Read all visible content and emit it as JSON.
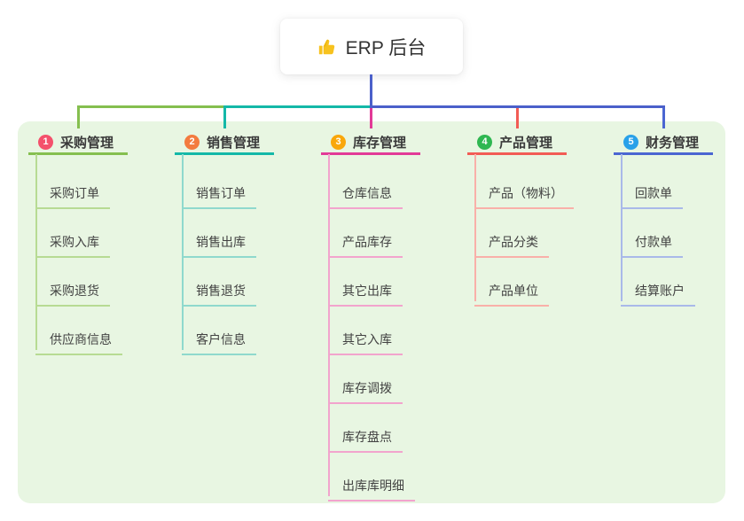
{
  "root": {
    "icon": "thumbs-up",
    "title": "ERP 后台"
  },
  "colors": {
    "root_line": "#4b60ca",
    "panel_bg": "#e8f6e2",
    "root_text": "#333333",
    "thumb_icon": "#f7c21e"
  },
  "branches": [
    {
      "badge": "1",
      "label": "采购管理",
      "badge_color": "#f4516c",
      "line_color": "#85bf4f",
      "child_line_color": "#b7db93",
      "children": [
        "采购订单",
        "采购入库",
        "采购退货",
        "供应商信息"
      ]
    },
    {
      "badge": "2",
      "label": "销售管理",
      "badge_color": "#f37b3f",
      "line_color": "#14b8a8",
      "child_line_color": "#8fd9cd",
      "children": [
        "销售订单",
        "销售出库",
        "销售退货",
        "客户信息"
      ]
    },
    {
      "badge": "3",
      "label": "库存管理",
      "badge_color": "#f9a70b",
      "line_color": "#e23a97",
      "child_line_color": "#f2a4cd",
      "children": [
        "仓库信息",
        "产品库存",
        "其它出库",
        "其它入库",
        "库存调拨",
        "库存盘点",
        "出库库明细"
      ]
    },
    {
      "badge": "4",
      "label": "产品管理",
      "badge_color": "#2fb751",
      "line_color": "#f25c55",
      "child_line_color": "#f9b0a9",
      "children": [
        "产品（物料）",
        "产品分类",
        "产品单位"
      ]
    },
    {
      "badge": "5",
      "label": "财务管理",
      "badge_color": "#29a1e9",
      "line_color": "#4b66d2",
      "child_line_color": "#a9b9e9",
      "children": [
        "回款单",
        "付款单",
        "结算账户"
      ]
    }
  ]
}
